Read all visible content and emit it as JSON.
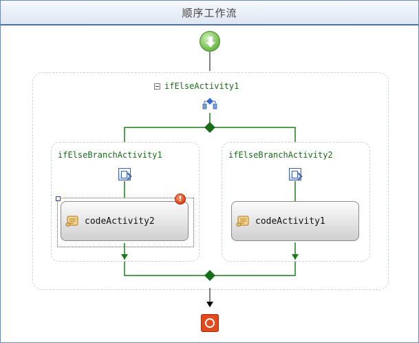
{
  "window": {
    "title": "顺序工作流"
  },
  "ifelse": {
    "name": "ifElseActivity1"
  },
  "branches": [
    {
      "name": "ifElseBranchActivity1",
      "activity": "codeActivity2",
      "has_error": true,
      "error_glyph": "!"
    },
    {
      "name": "ifElseBranchActivity2",
      "activity": "codeActivity1",
      "has_error": false
    }
  ],
  "icons": {
    "start": "start-arrow-icon",
    "end": "end-stop-icon",
    "ifelse": "ifelse-icon",
    "branch": "branch-icon",
    "code": "code-scroll-icon",
    "error": "error-icon",
    "collapse": "collapse-minus-icon"
  },
  "colors": {
    "wire": "#1a7a1a",
    "diamond": "#1a6b1a",
    "label": "#1a6b1a",
    "error": "#e0401a",
    "end": "#e04a1c"
  }
}
